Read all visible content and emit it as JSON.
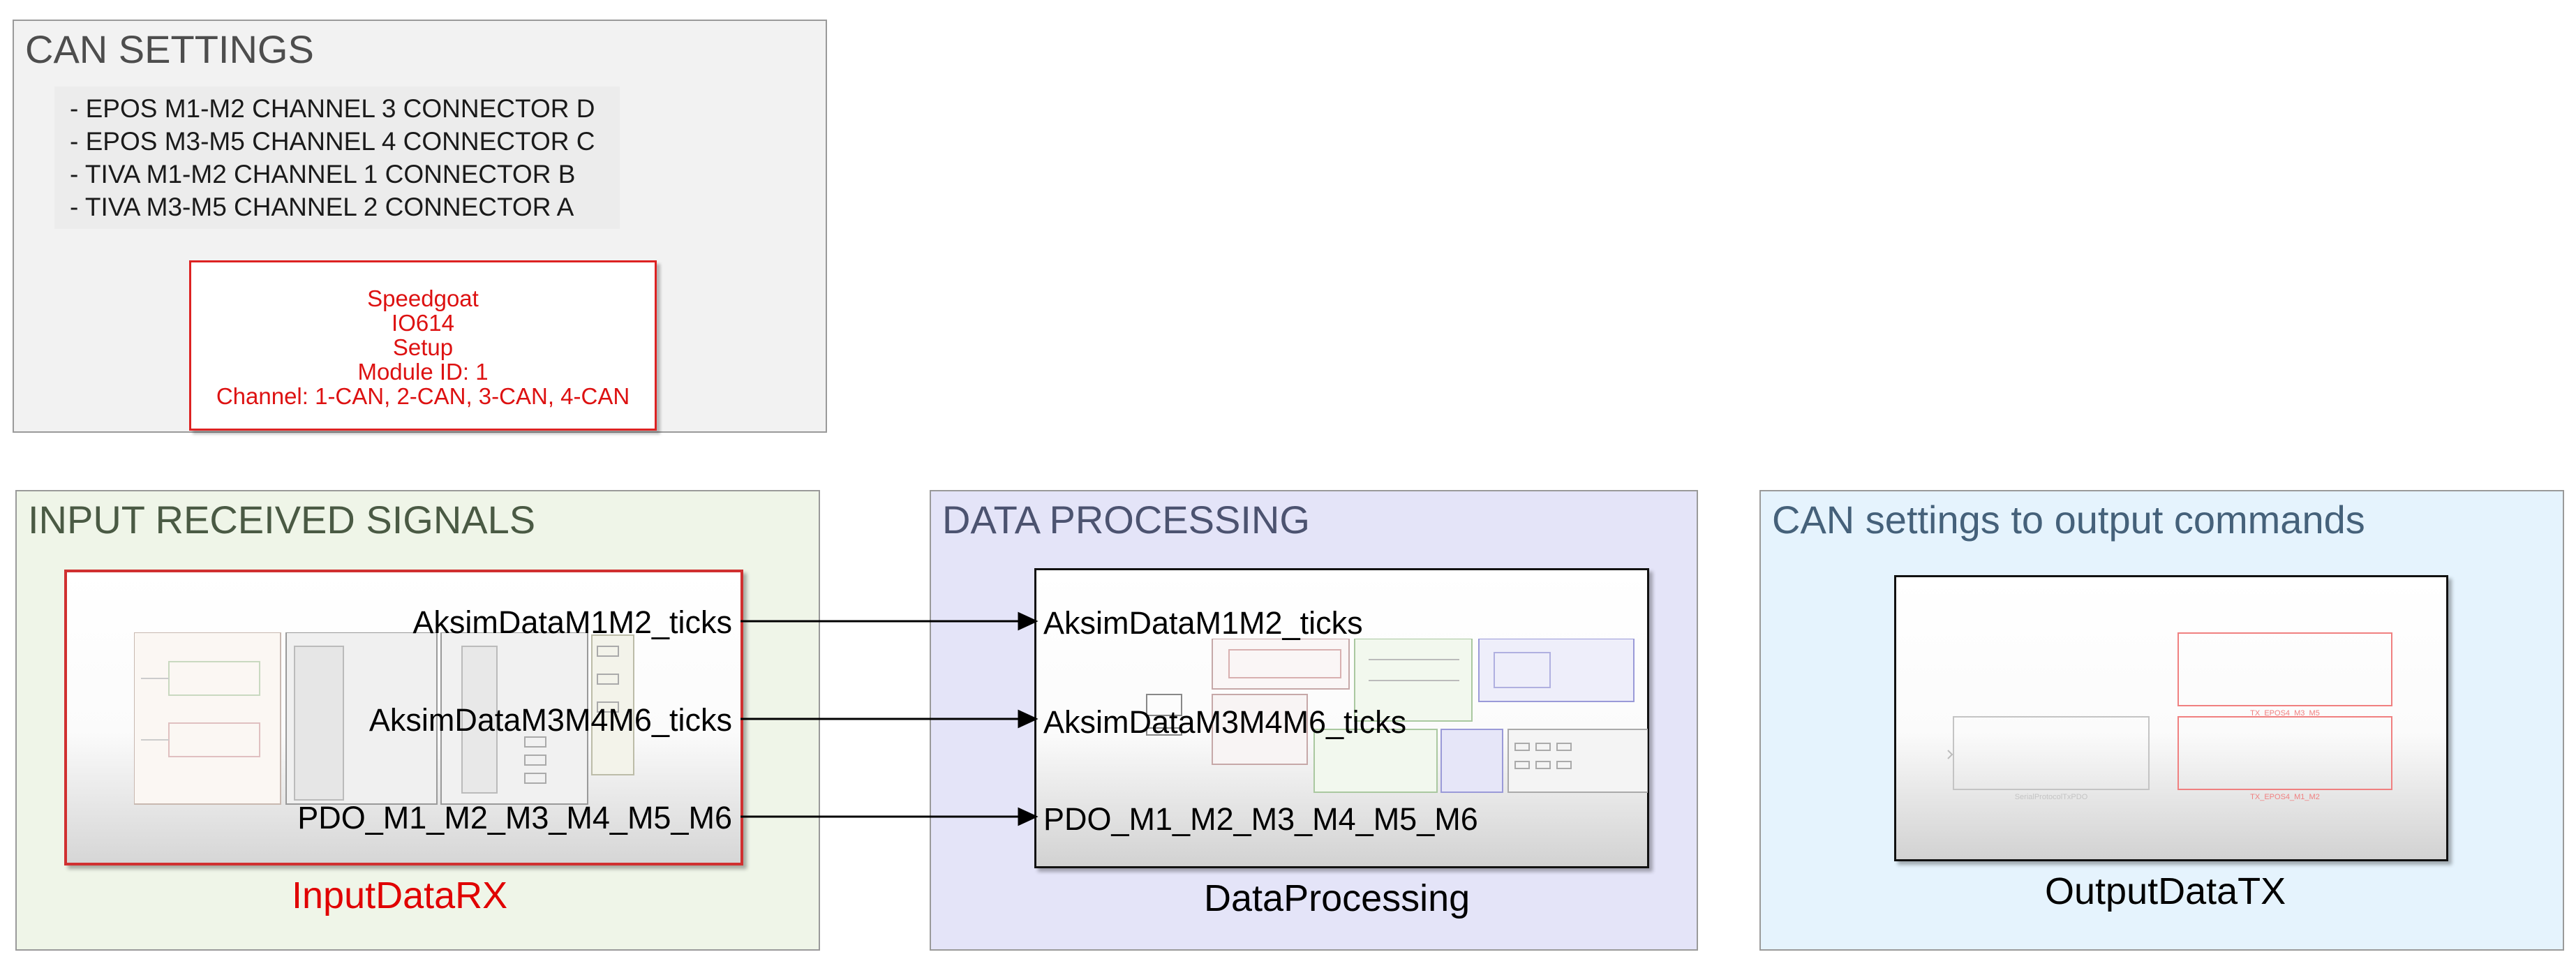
{
  "can_settings": {
    "title": "CAN SETTINGS",
    "notes": [
      "- EPOS M1-M2 CHANNEL 3 CONNECTOR D",
      "- EPOS M3-M5 CHANNEL 4 CONNECTOR C",
      "- TIVA M1-M2 CHANNEL 1 CONNECTOR B",
      "- TIVA M3-M5 CHANNEL 2 CONNECTOR A"
    ],
    "setup_block": {
      "lines": [
        "Speedgoat",
        "IO614",
        "Setup",
        "Module ID: 1",
        "Channel: 1-CAN, 2-CAN, 3-CAN, 4-CAN"
      ]
    }
  },
  "input_area": {
    "title": "INPUT RECEIVED SIGNALS",
    "block_name": "InputDataRX",
    "outports": [
      "AksimDataM1M2_ticks",
      "AksimDataM3M4M6_ticks",
      "PDO_M1_M2_M3_M4_M5_M6"
    ]
  },
  "processing_area": {
    "title": "DATA PROCESSING",
    "block_name": "DataProcessing",
    "inports": [
      "AksimDataM1M2_ticks",
      "AksimDataM3M4M6_ticks",
      "PDO_M1_M2_M3_M4_M5_M6"
    ]
  },
  "output_area": {
    "title": "CAN settings to output commands",
    "block_name": "OutputDataTX",
    "thumbnail_labels": [
      "TX_EPOS4_M3_M5",
      "TX_EPOS4_M1_M2",
      "SerialProtocolTxPDO"
    ]
  },
  "colors": {
    "can_area_bg": "#f2f2f2",
    "input_area_bg": "#eff5e8",
    "processing_area_bg": "#e4e4f8",
    "output_area_bg": "#e5f3fd",
    "block_red": "#d22222",
    "block_name_red": "#e00000"
  }
}
